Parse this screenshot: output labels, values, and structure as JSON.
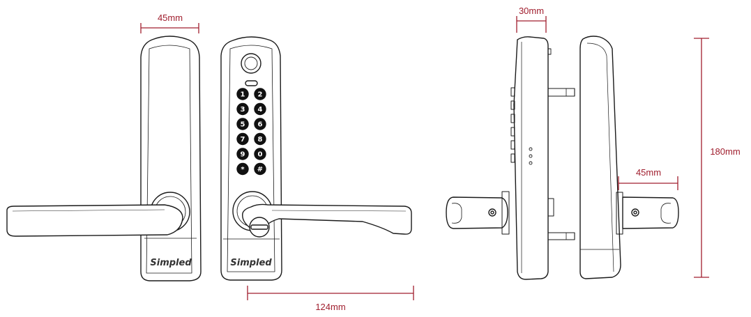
{
  "dimensions": {
    "front_width": "45mm",
    "side_depth": "30mm",
    "height": "180mm",
    "lever_length": "124mm",
    "rosette_width": "45mm"
  },
  "brand": {
    "logo_text": "Simpled"
  },
  "keypad": {
    "keys": [
      "1",
      "2",
      "3",
      "4",
      "5",
      "6",
      "7",
      "8",
      "9",
      "0",
      "*",
      "#"
    ]
  },
  "colors": {
    "dimension_lines": "#a01e2e",
    "outline": "#1a1a1a"
  }
}
